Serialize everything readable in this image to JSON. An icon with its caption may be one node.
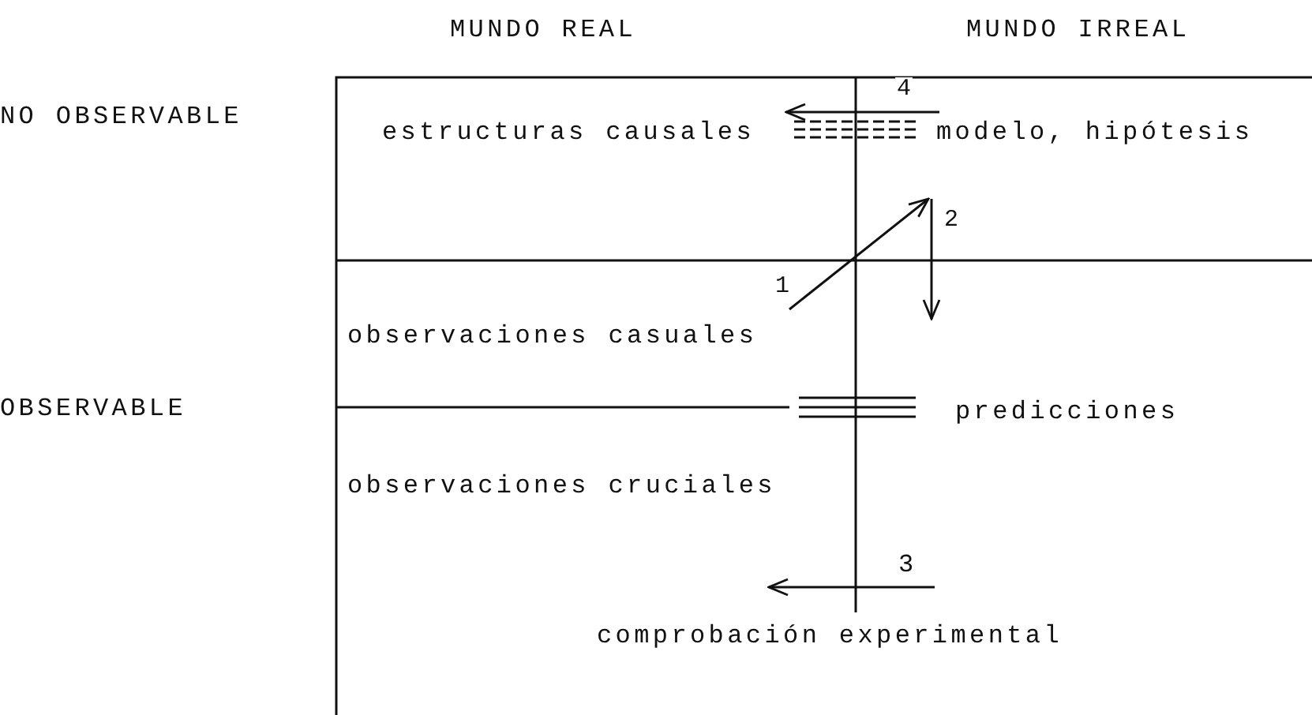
{
  "diagram": {
    "nodes": [
      {
        "text": [
          "estructuras causales"
        ]
      },
      {
        "text": [
          "modelo, hipótesis"
        ]
      },
      {
        "text": [
          "observaciones casuales"
        ]
      },
      {
        "text": [
          "predicciones"
        ]
      },
      {
        "text": [
          "observaciones cruciales"
        ]
      },
      {
        "text": [
          "comprobación experimental"
        ]
      }
    ],
    "edges": [
      {
        "from": 2,
        "to": 1,
        "arrow": "to",
        "label": "1"
      },
      {
        "from": 1,
        "to": 3,
        "arrow": "to",
        "label": "2"
      },
      {
        "from": 1,
        "to": 0,
        "arrow": "to",
        "label": "4"
      }
    ],
    "labels": [
      "MUNDO REAL",
      "MUNDO IRREAL",
      "NO OBSERVABLE",
      "OBSERVABLE",
      "3"
    ]
  }
}
